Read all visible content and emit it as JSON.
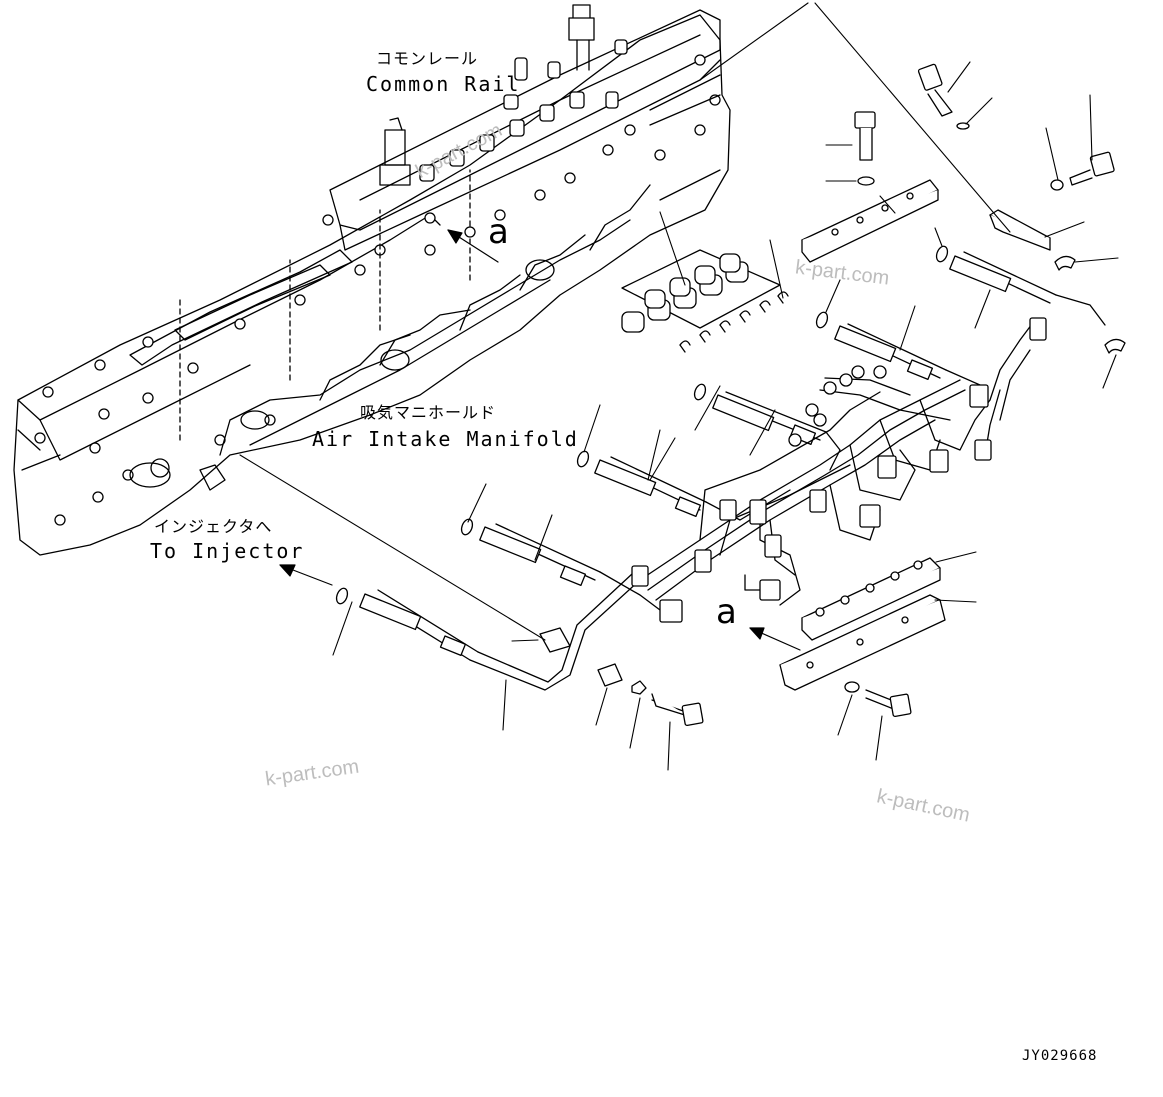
{
  "labels": {
    "common_rail_jp": "コモンレール",
    "common_rail_en": "Common Rail",
    "intake_manifold_jp": "吸気マニホールド",
    "intake_manifold_en": "Air Intake Manifold",
    "injector_jp": "インジェクタへ",
    "injector_en": "To Injector"
  },
  "markers": {
    "a_top": "a",
    "a_bottom": "a"
  },
  "watermarks": [
    "k-part.com",
    "k-part.com",
    "k-part.com",
    "k-part.com"
  ],
  "drawing_code": "JY029668"
}
